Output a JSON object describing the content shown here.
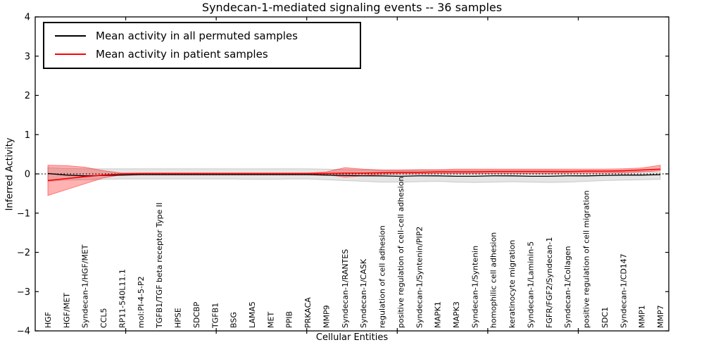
{
  "chart_data": {
    "type": "line",
    "title": "Syndecan-1-mediated signaling events -- 36 samples",
    "xlabel": "Cellular Entities",
    "ylabel": "Inferred Activity",
    "ylim": [
      -4,
      4
    ],
    "ytick_labels": [
      "−4",
      "−3",
      "−2",
      "−1",
      "0",
      "1",
      "2",
      "3",
      "4"
    ],
    "yticks": [
      -4,
      -3,
      -2,
      -1,
      0,
      1,
      2,
      3,
      4
    ],
    "grid": false,
    "legend_position": "upper left",
    "zero_line": {
      "value": 0,
      "style": "dotted",
      "color": "#000000"
    },
    "categories": [
      "HGF",
      "HGF/MET",
      "Syndecan-1/HGF/MET",
      "CCL5",
      "RP11-540L11.1",
      "mol:PI-4-5-P2",
      "TGFB1/TGF beta receptor Type II",
      "HPSE",
      "SDCBP",
      "TGFB1",
      "BSG",
      "LAMA5",
      "MET",
      "PPIB",
      "PRKACA",
      "MMP9",
      "Syndecan-1/RANTES",
      "Syndecan-1/CASK",
      "regulation of cell adhesion",
      "positive regulation of cell-cell adhesion",
      "Syndecan-1/Syntenin/PIP2",
      "MAPK1",
      "MAPK3",
      "Syndecan-1/Syntenin",
      "homophilic cell adhesion",
      "keratinocyte migration",
      "Syndecan-1/Laminin-5",
      "FGFR/FGF2/Syndecan-1",
      "Syndecan-1/Collagen",
      "positive regulation of cell migration",
      "SDC1",
      "Syndecan-1/CD147",
      "MMP1",
      "MMP7"
    ],
    "series": [
      {
        "name": "Mean activity in all permuted samples",
        "color": "#000000",
        "band_color": "rgba(0,0,0,0.10)",
        "band_edge_color": "rgba(0,0,0,0.16)",
        "values": [
          0.01,
          -0.03,
          -0.05,
          -0.04,
          -0.03,
          -0.02,
          -0.02,
          -0.02,
          -0.02,
          -0.02,
          -0.02,
          -0.02,
          -0.02,
          -0.02,
          -0.02,
          -0.03,
          -0.04,
          -0.05,
          -0.05,
          -0.06,
          -0.05,
          -0.05,
          -0.06,
          -0.06,
          -0.05,
          -0.05,
          -0.06,
          -0.06,
          -0.05,
          -0.05,
          -0.04,
          -0.03,
          -0.03,
          -0.02
        ],
        "band_upper": [
          0.16,
          0.14,
          0.13,
          0.13,
          0.13,
          0.13,
          0.13,
          0.13,
          0.13,
          0.13,
          0.13,
          0.13,
          0.13,
          0.13,
          0.13,
          0.12,
          0.11,
          0.1,
          0.09,
          0.09,
          0.09,
          0.09,
          0.09,
          0.09,
          0.09,
          0.09,
          0.09,
          0.09,
          0.08,
          0.08,
          0.07,
          0.06,
          0.06,
          0.05
        ],
        "band_lower": [
          -0.19,
          -0.16,
          -0.15,
          -0.14,
          -0.13,
          -0.13,
          -0.13,
          -0.13,
          -0.13,
          -0.13,
          -0.13,
          -0.14,
          -0.14,
          -0.13,
          -0.13,
          -0.15,
          -0.17,
          -0.19,
          -0.21,
          -0.21,
          -0.2,
          -0.19,
          -0.21,
          -0.22,
          -0.21,
          -0.2,
          -0.21,
          -0.22,
          -0.21,
          -0.19,
          -0.17,
          -0.16,
          -0.15,
          -0.14
        ]
      },
      {
        "name": "Mean activity in patient samples",
        "color": "#ff0000",
        "band_color": "rgba(255,0,0,0.30)",
        "band_edge_color": "rgba(255,0,0,0.45)",
        "values": [
          -0.17,
          -0.12,
          -0.07,
          -0.03,
          0.0,
          0.01,
          0.01,
          0.01,
          0.01,
          0.01,
          0.01,
          0.01,
          0.01,
          0.01,
          0.01,
          0.01,
          0.02,
          0.02,
          0.03,
          0.04,
          0.04,
          0.05,
          0.05,
          0.05,
          0.06,
          0.06,
          0.06,
          0.06,
          0.06,
          0.07,
          0.07,
          0.08,
          0.1,
          0.12
        ],
        "band_upper": [
          0.22,
          0.21,
          0.17,
          0.08,
          0.02,
          0.02,
          0.02,
          0.02,
          0.02,
          0.02,
          0.02,
          0.02,
          0.02,
          0.02,
          0.02,
          0.05,
          0.16,
          0.12,
          0.1,
          0.1,
          0.11,
          0.11,
          0.12,
          0.12,
          0.12,
          0.12,
          0.12,
          0.12,
          0.12,
          0.12,
          0.12,
          0.13,
          0.15,
          0.22
        ],
        "band_lower": [
          -0.55,
          -0.4,
          -0.25,
          -0.1,
          -0.02,
          0.0,
          0.0,
          0.0,
          0.0,
          0.0,
          0.0,
          0.0,
          0.0,
          0.0,
          0.0,
          -0.02,
          -0.08,
          -0.05,
          -0.01,
          0.0,
          0.0,
          0.01,
          0.01,
          0.01,
          0.01,
          0.01,
          0.01,
          0.01,
          0.02,
          0.02,
          0.02,
          0.03,
          0.05,
          0.08
        ]
      }
    ]
  }
}
